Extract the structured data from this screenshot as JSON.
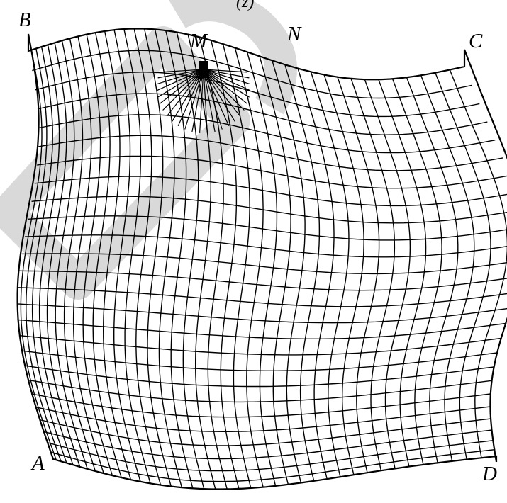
{
  "figure": {
    "title": "(z)",
    "points": {
      "B": "B",
      "M": "M",
      "N": "N",
      "C": "C",
      "A": "A",
      "D": "D"
    }
  },
  "watermark": {
    "color": "#d9d9d9"
  },
  "colors": {
    "grid": "#000000",
    "background": "#ffffff"
  }
}
